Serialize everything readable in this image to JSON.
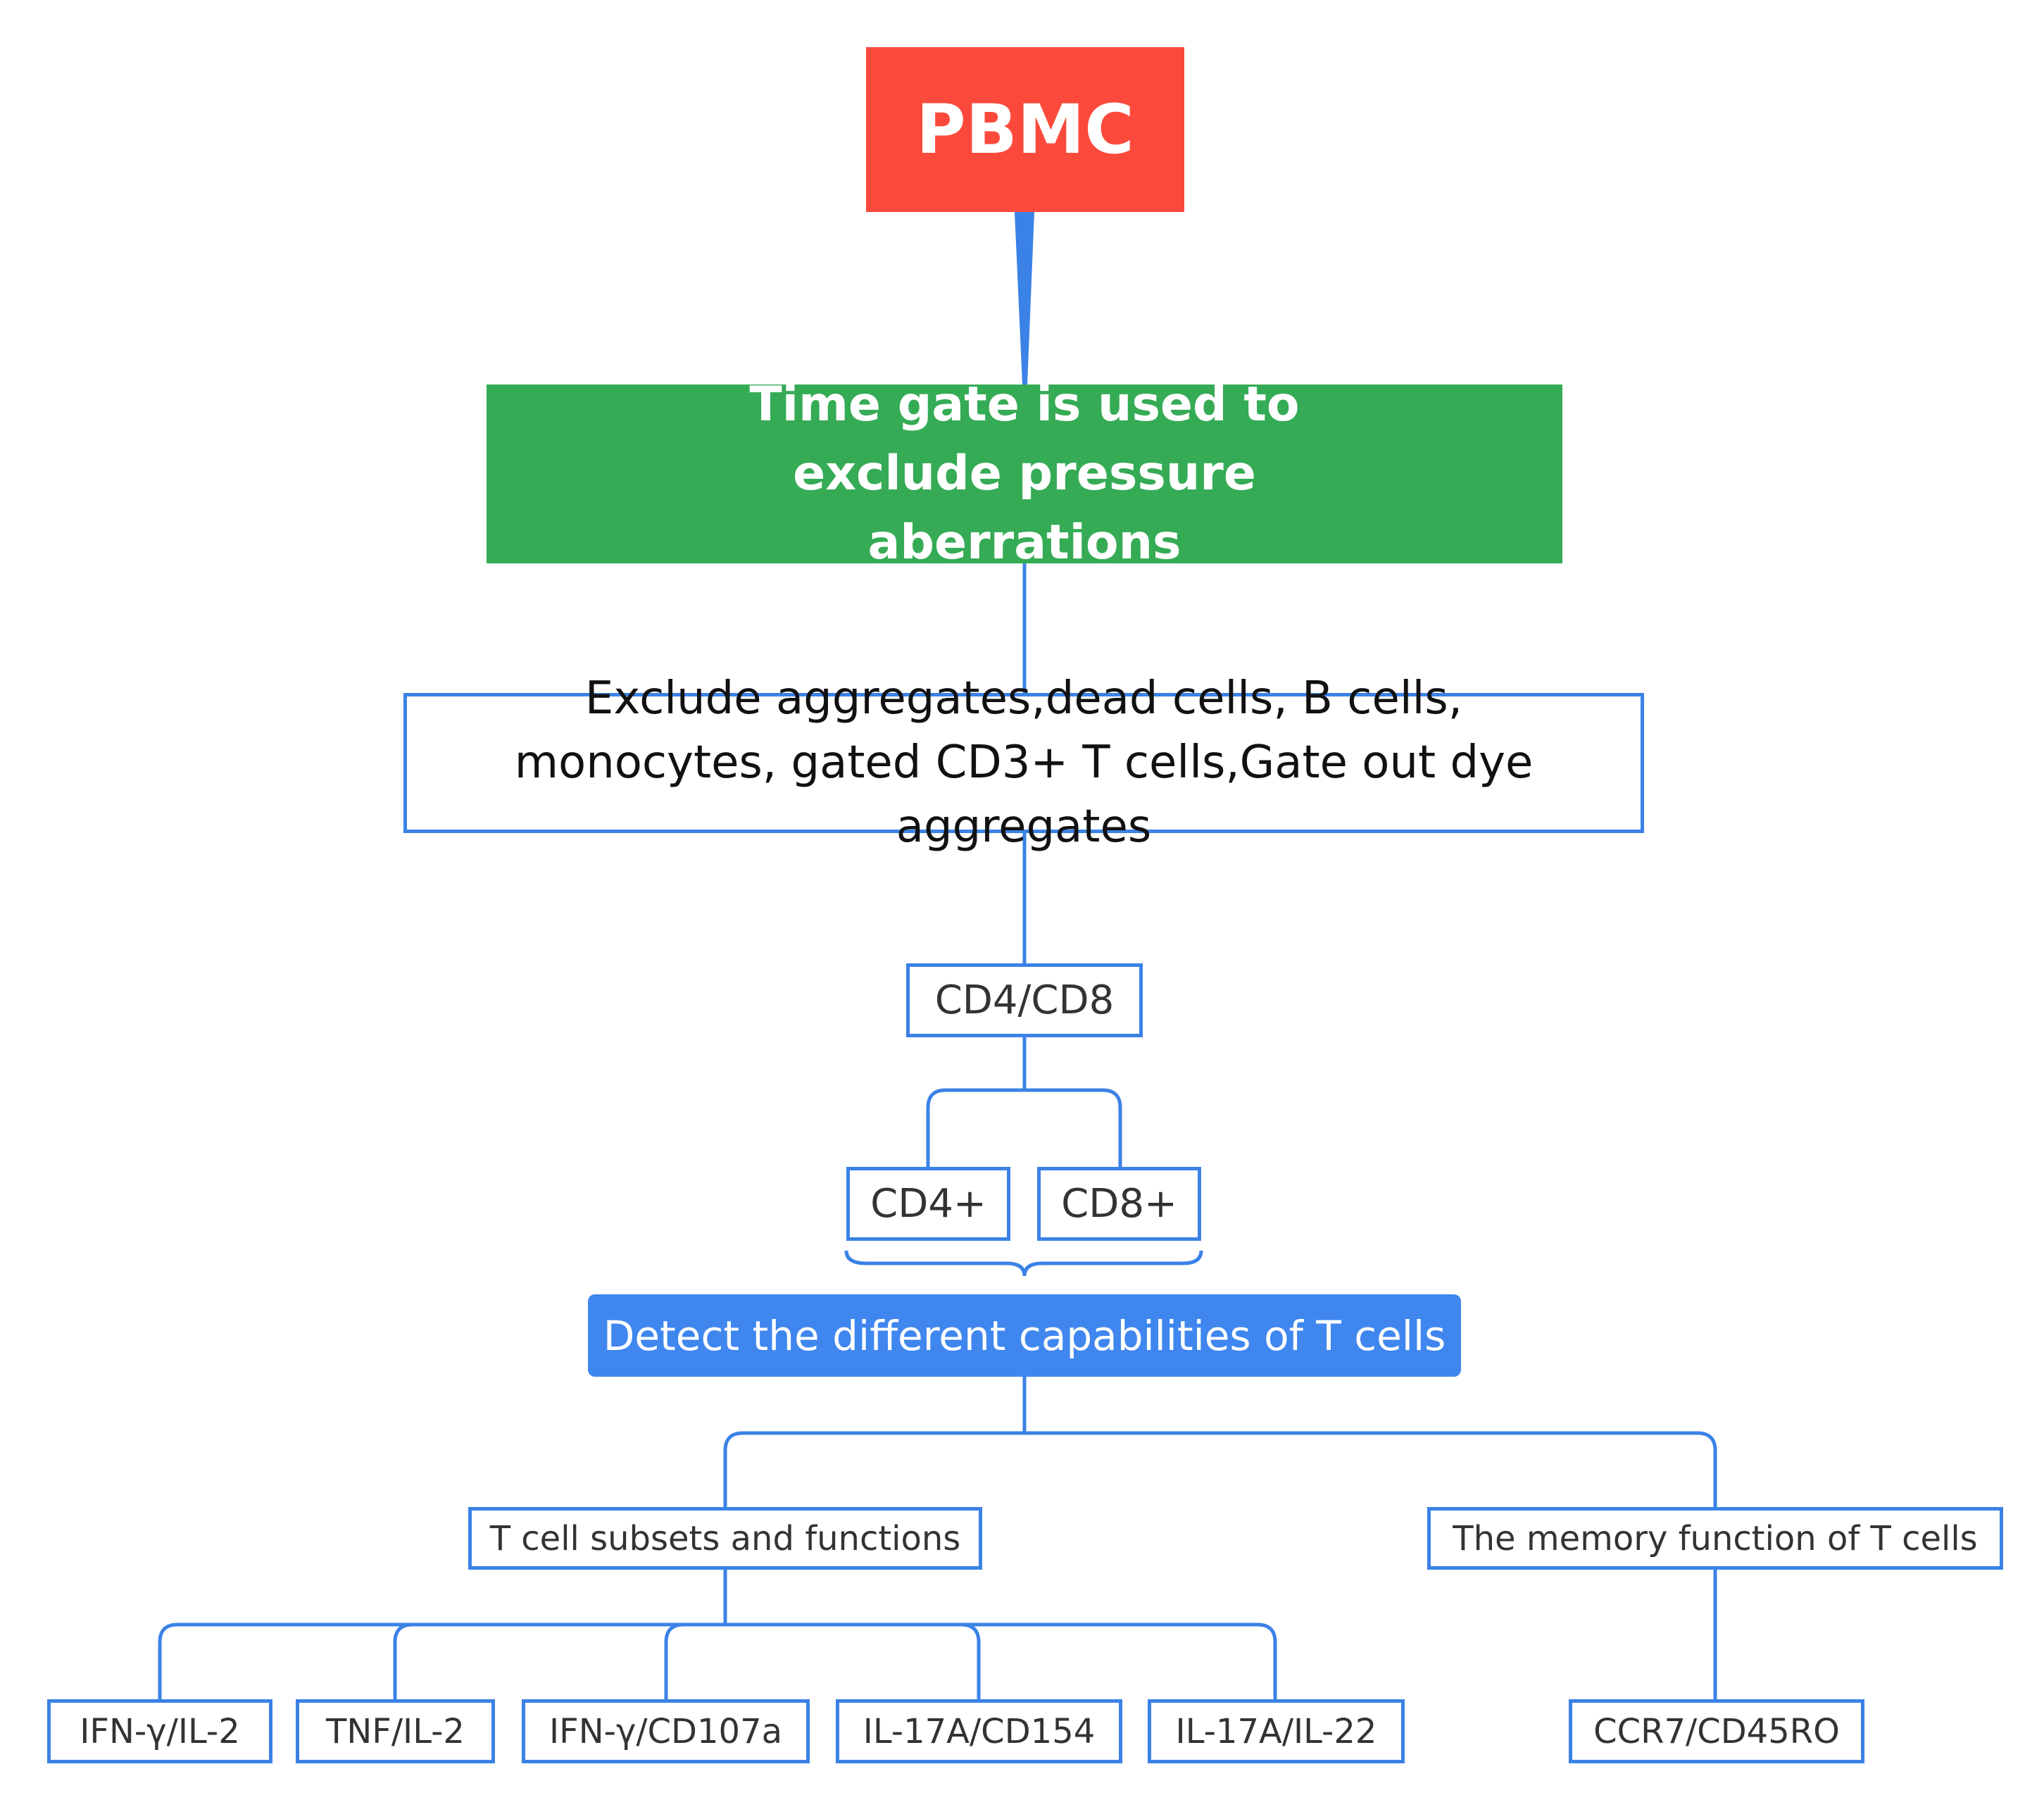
{
  "nodes": {
    "pbmc": "PBMC",
    "time_gate": "Time gate is used to exclude pressure aberrations",
    "exclude": "Exclude aggregates,dead cells, B cells, monocytes, gated CD3+ T cells,Gate out dye aggregates",
    "cd4_cd8": "CD4/CD8",
    "cd4_pos": "CD4+",
    "cd8_pos": "CD8+",
    "detect": "Detect the different capabilities of T cells",
    "subsets": "T cell subsets and functions",
    "memory": "The memory function of T cells",
    "ifn_il2": "IFN-γ/IL-2",
    "tnf_il2": "TNF/IL-2",
    "ifn_cd107a": "IFN-γ/CD107a",
    "il17a_cd154": "IL-17A/CD154",
    "il17a_il22": "IL-17A/IL-22",
    "ccr7_cd45ro": "CCR7/CD45RO"
  },
  "colors": {
    "pbmc_fill": "#fb4a3c",
    "time_gate_fill": "#35ab55",
    "detect_fill": "#3f86ef",
    "outline": "#3b82e6",
    "connector": "#3b82e6"
  }
}
